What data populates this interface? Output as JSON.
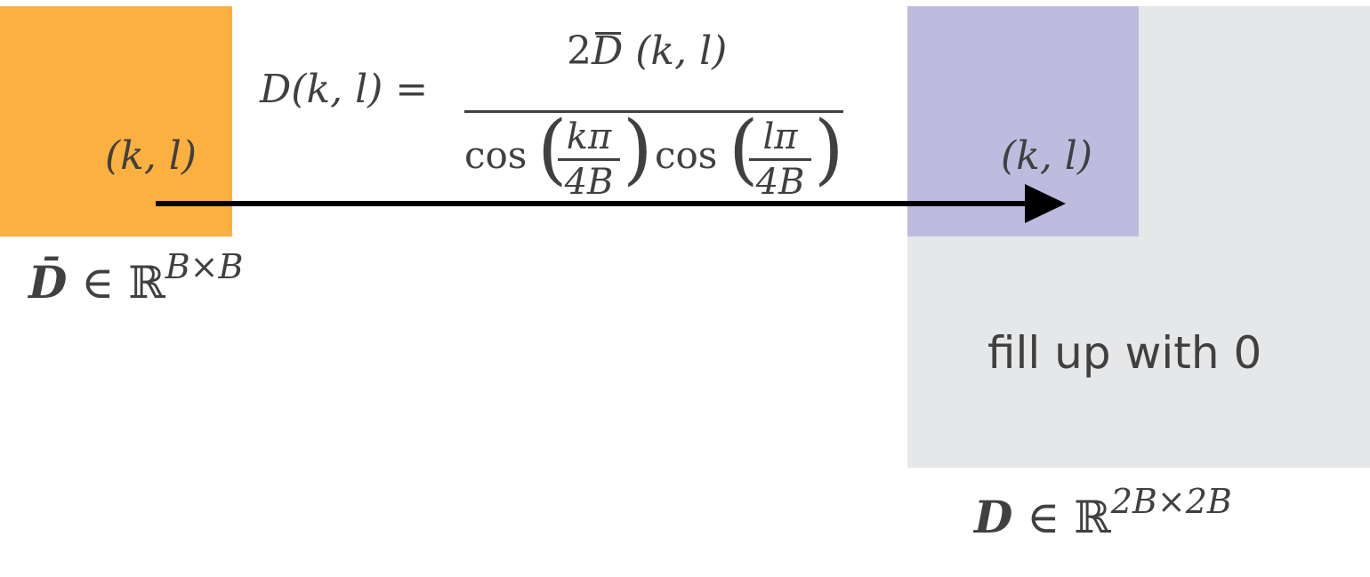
{
  "colors": {
    "source_block": "#fbb040",
    "target_block": "#bdbcdf",
    "zero_region": "#e6e7e9",
    "arrow": "#000000",
    "text": "#404040"
  },
  "source": {
    "index_label": "(k, l)",
    "dim_label_symbol": "D̄",
    "dim_label_in": "∈",
    "dim_label_set": "ℝ",
    "dim_label_sup": "B×B"
  },
  "target": {
    "index_label": "(k, l)",
    "dim_label_symbol": "D",
    "dim_label_in": "∈",
    "dim_label_set": "ℝ",
    "dim_label_sup": "2B×2B",
    "fill_text": "fill up with 0"
  },
  "formula": {
    "lhs": "D(k, l) =",
    "numerator_coef": "2",
    "numerator_symbol": "D",
    "numerator_args": " (k, l)",
    "cos1": "cos",
    "cos1_num": "kπ",
    "cos1_den": "4B",
    "cos2": "cos",
    "cos2_num": "lπ",
    "cos2_den": "4B",
    "paren_open": "(",
    "paren_close": ")"
  }
}
